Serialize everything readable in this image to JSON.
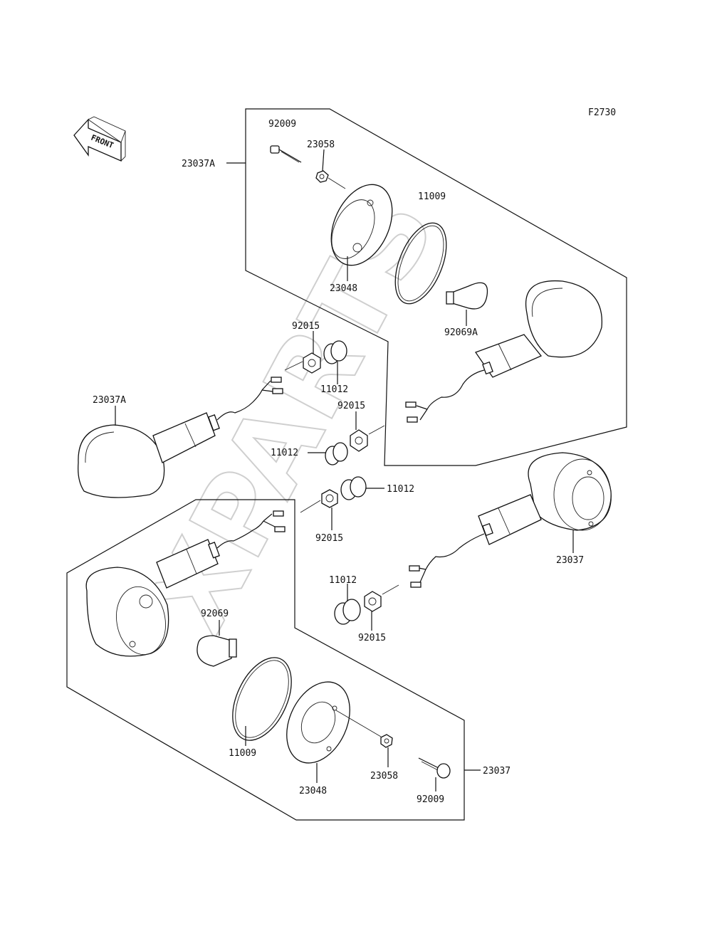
{
  "figure_code": "F2730",
  "front_arrow_text": "FRONT",
  "watermark": "XPARTS",
  "labels": {
    "l_92009_top": "92009",
    "l_23058_top": "23058",
    "l_23037A_top": "23037A",
    "l_11009_top": "11009",
    "l_23048_top": "23048",
    "l_92015_a": "92015",
    "l_92069A": "92069A",
    "l_11012_a": "11012",
    "l_23037A_left": "23037A",
    "l_92015_b": "92015",
    "l_11012_b": "11012",
    "l_11012_c": "11012",
    "l_92015_c": "92015",
    "l_23037_right": "23037",
    "l_11012_d": "11012",
    "l_92069": "92069",
    "l_92015_d": "92015",
    "l_11009_bottom": "11009",
    "l_23048_bottom": "23048",
    "l_23058_bottom": "23058",
    "l_23037_bottom": "23037",
    "l_92009_bottom": "92009"
  }
}
